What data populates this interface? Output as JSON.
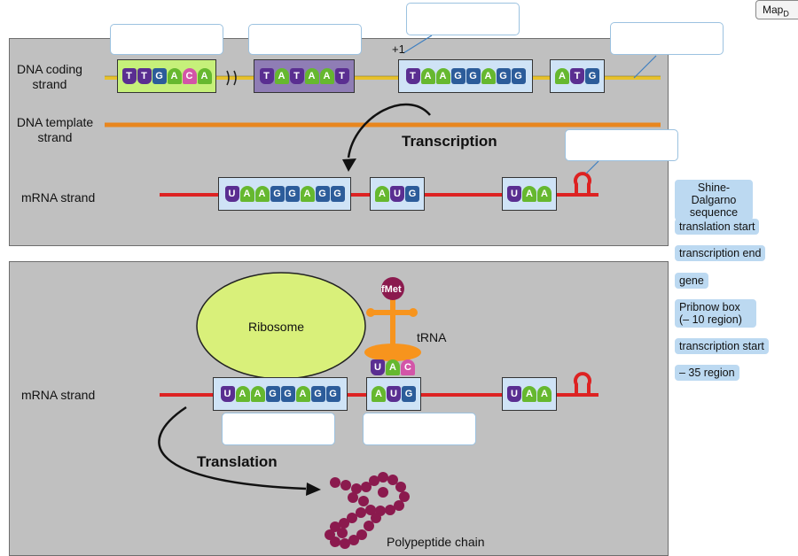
{
  "map_button": {
    "label": "Map",
    "suffix": "D"
  },
  "top_panel": {
    "coding_strand_label": "DNA coding strand",
    "template_strand_label": "DNA template strand",
    "mrna_label": "mRNA strand",
    "plus_one": "+1",
    "transcription_label": "Transcription",
    "seq_minus35": [
      "T",
      "T",
      "G",
      "A",
      "C",
      "A"
    ],
    "seq_pribnow": [
      "T",
      "A",
      "T",
      "A",
      "A",
      "T"
    ],
    "seq_sd_dna": [
      "T",
      "A",
      "A",
      "G",
      "G",
      "A",
      "G",
      "G"
    ],
    "seq_start_dna": [
      "A",
      "T",
      "G"
    ],
    "seq_sd_mrna": [
      "U",
      "A",
      "A",
      "G",
      "G",
      "A",
      "G",
      "G"
    ],
    "seq_start_mrna": [
      "A",
      "U",
      "G"
    ],
    "seq_stop_mrna": [
      "U",
      "A",
      "A"
    ]
  },
  "bottom_panel": {
    "ribosome_label": "Ribosome",
    "fmet_label": "fMet",
    "trna_label": "tRNA",
    "anticodon": [
      "U",
      "A",
      "C"
    ],
    "mrna_label": "mRNA strand",
    "translation_label": "Translation",
    "polypeptide_label": "Polypeptide chain",
    "seq_sd_mrna": [
      "U",
      "A",
      "A",
      "G",
      "G",
      "A",
      "G",
      "G"
    ],
    "seq_start_mrna": [
      "A",
      "U",
      "G"
    ],
    "seq_stop_mrna": [
      "U",
      "A",
      "A"
    ]
  },
  "label_options": [
    "Shine-Dalgarno sequence",
    "translation start",
    "transcription end",
    "gene",
    "Pribnow box (– 10 region)",
    "transcription start",
    "– 35 region"
  ],
  "colors": {
    "panel": "#c0c0c0",
    "dna_coding": "#e8c22c",
    "dna_template": "#e8861e",
    "mrna": "#dd2222",
    "ribosome": "#d9f07a",
    "trna": "#f7941d",
    "polypeptide": "#8b1a4e"
  }
}
